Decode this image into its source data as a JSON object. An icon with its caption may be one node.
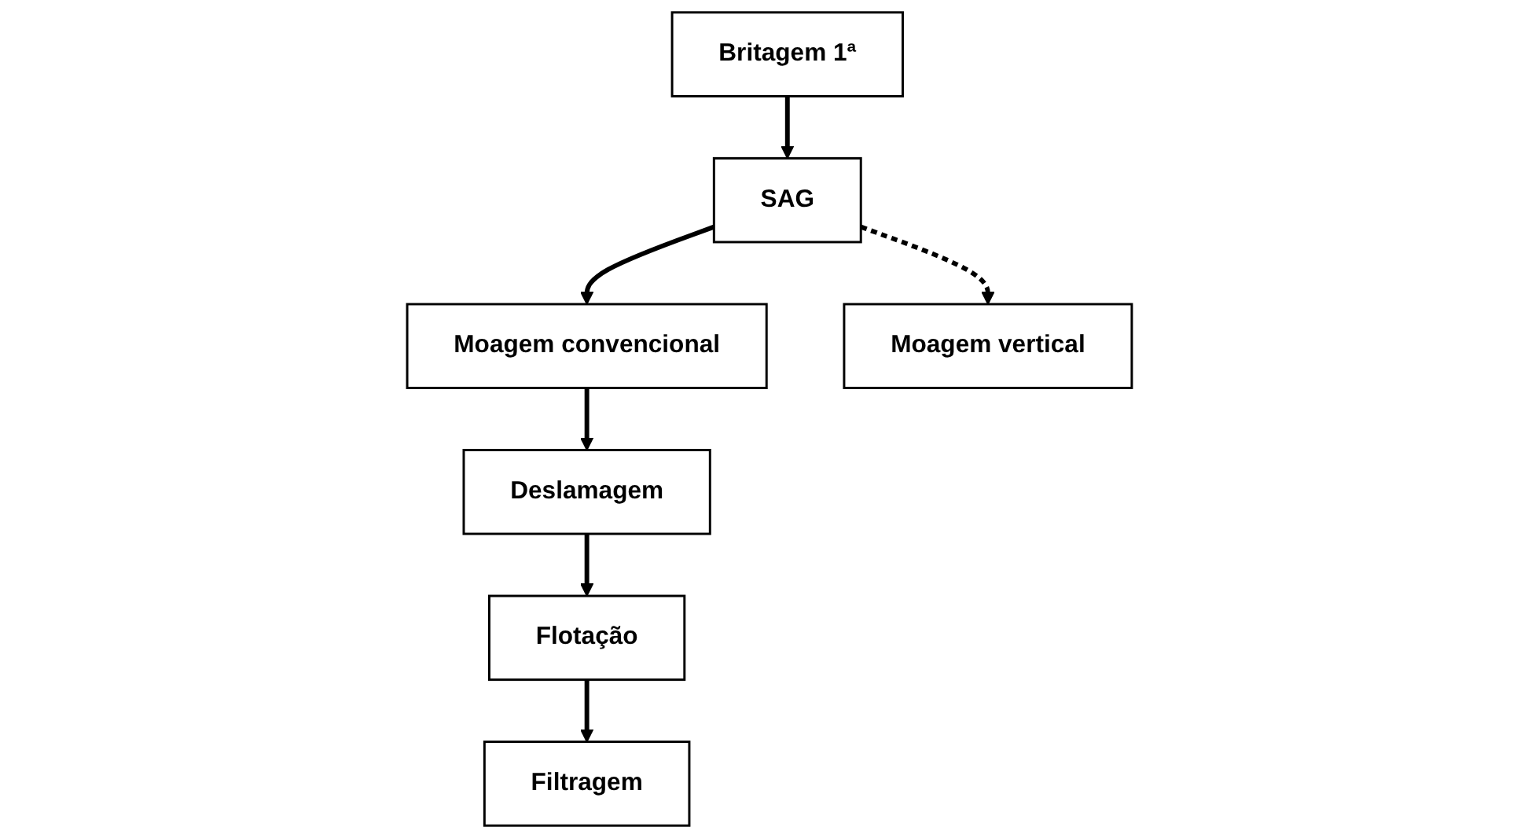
{
  "diagram": {
    "nodes": [
      {
        "text": [
          "Britagem 1ª"
        ]
      },
      {
        "text": [
          "SAG"
        ]
      },
      {
        "text": [
          "Moagem convencional"
        ]
      },
      {
        "text": [
          "Moagem vertical"
        ]
      },
      {
        "text": [
          "Deslamagem"
        ]
      },
      {
        "text": [
          "Flotação"
        ]
      },
      {
        "text": [
          "Filtragem"
        ]
      }
    ],
    "edges": [
      {
        "from": 0,
        "to": 1,
        "arrow": "to"
      },
      {
        "from": 1,
        "to": 2,
        "arrow": "to"
      },
      {
        "from": 1,
        "to": 3,
        "arrow": "to",
        "style": "dashed"
      },
      {
        "from": 2,
        "to": 4,
        "arrow": "to"
      },
      {
        "from": 4,
        "to": 5,
        "arrow": "to"
      },
      {
        "from": 5,
        "to": 6,
        "arrow": "to"
      }
    ]
  }
}
